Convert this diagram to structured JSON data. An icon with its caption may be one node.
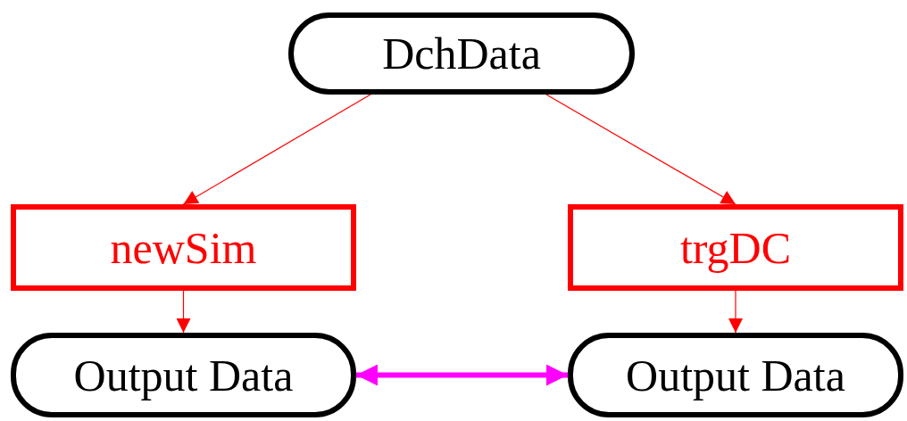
{
  "diagram": {
    "nodes": [
      {
        "text": [
          "DchData"
        ]
      },
      {
        "text": [
          "newSim"
        ]
      },
      {
        "text": [
          "trgDC"
        ]
      },
      {
        "text": [
          "Output Data"
        ]
      },
      {
        "text": [
          "Output Data"
        ]
      }
    ],
    "edges": [
      {
        "from": 0,
        "to": 1,
        "arrow": "to"
      },
      {
        "from": 0,
        "to": 2,
        "arrow": "to"
      },
      {
        "from": 1,
        "to": 3,
        "arrow": "to"
      },
      {
        "from": 2,
        "to": 4,
        "arrow": "to"
      },
      {
        "from": 3,
        "to": 4,
        "arrow": "both",
        "style": "thick",
        "color": "#ff00ff"
      }
    ]
  }
}
